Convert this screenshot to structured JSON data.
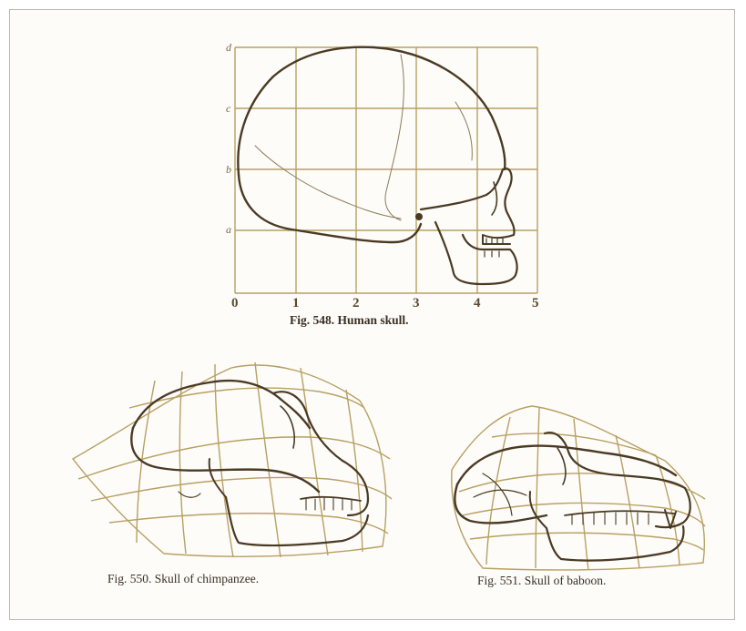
{
  "figures": [
    {
      "id": "fig548",
      "caption": "Fig. 548.   Human skull."
    },
    {
      "id": "fig550",
      "caption": "Fig. 550.   Skull of chimpanzee."
    },
    {
      "id": "fig551",
      "caption": "Fig. 551.   Skull of baboon."
    }
  ],
  "grid_548": {
    "x_labels": [
      "0",
      "1",
      "2",
      "3",
      "4",
      "5"
    ],
    "y_labels": [
      "a",
      "b",
      "c",
      "d"
    ]
  },
  "colors": {
    "grid": "#b8a062",
    "outline": "#4a3a24",
    "text": "#3a2e22"
  }
}
